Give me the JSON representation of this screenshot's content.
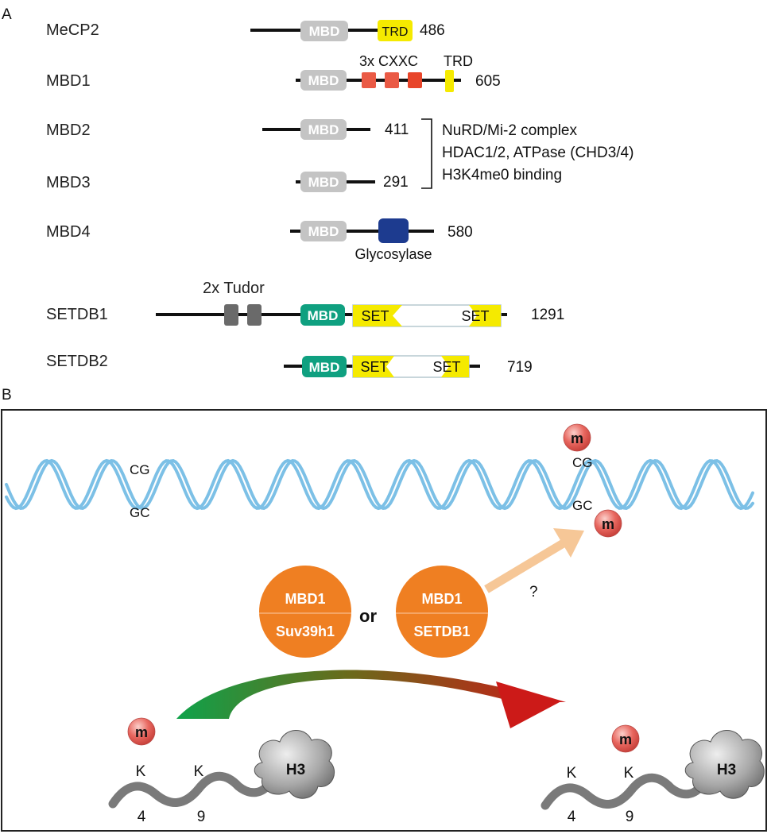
{
  "panel_a": {
    "label": "A",
    "proteins": [
      {
        "name": "MeCP2",
        "length": "486"
      },
      {
        "name": "MBD1",
        "length": "605"
      },
      {
        "name": "MBD2",
        "length": "411"
      },
      {
        "name": "MBD3",
        "length": "291"
      },
      {
        "name": "MBD4",
        "length": "580"
      },
      {
        "name": "SETDB1",
        "length": "1291"
      },
      {
        "name": "SETDB2",
        "length": "719"
      }
    ],
    "domains": {
      "mbd": "MBD",
      "trd": "TRD",
      "set": "SET",
      "cxxc": "3x CXXC",
      "tudor": "2x Tudor",
      "glycosylase": "Glycosylase"
    },
    "bracket_note": [
      "NuRD/Mi-2 complex",
      "HDAC1/2, ATPase (CHD3/4)",
      "H3K4me0 binding"
    ]
  },
  "panel_b": {
    "label": "B",
    "dna_labels": {
      "cg": "CG",
      "gc": "GC"
    },
    "methyl": "m",
    "complex_left": {
      "top": "MBD1",
      "bottom": "Suv39h1"
    },
    "complex_right": {
      "top": "MBD1",
      "bottom": "SETDB1"
    },
    "or": "or",
    "question": "?",
    "histone": {
      "name": "H3",
      "residue": "K",
      "pos1": "4",
      "pos2": "9"
    }
  },
  "colors": {
    "mbd_grey": "#c4c4c4",
    "mbd_green": "#0fa080",
    "trd_yellow": "#f5ea00",
    "cxxc_red": "#ea5a45",
    "glycosylase_blue": "#1d3b8f",
    "tudor_grey": "#6a6a6a",
    "dna_blue": "#7cc0e6",
    "complex_orange": "#ef7f22",
    "methyl_red": "#e8675f"
  }
}
